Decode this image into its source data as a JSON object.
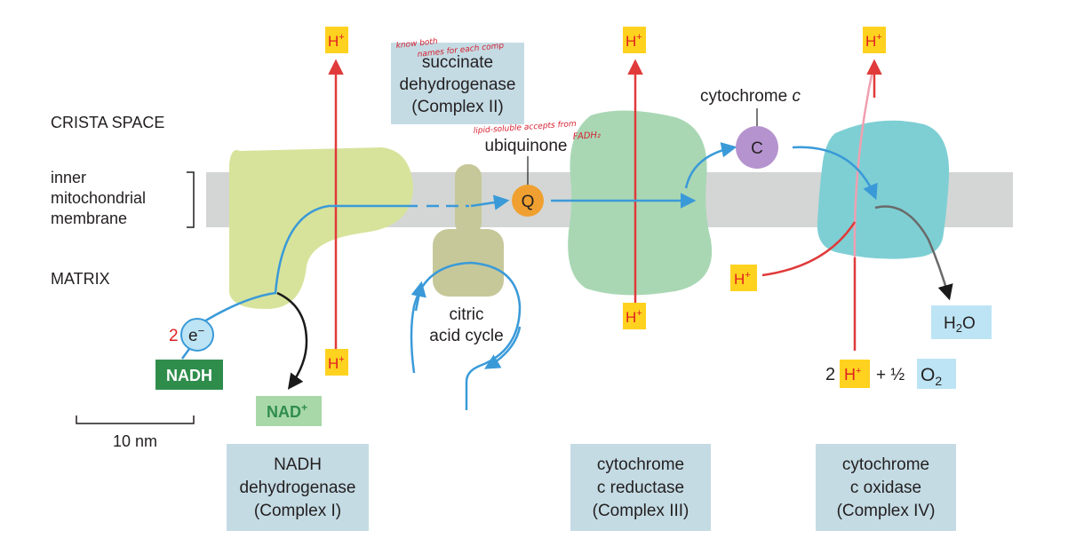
{
  "regions": {
    "crista_space": "CRISTA SPACE",
    "membrane_line1": "inner",
    "membrane_line2": "mitochondrial",
    "membrane_line3": "membrane",
    "matrix": "MATRIX"
  },
  "proton": {
    "base": "H",
    "sup": "+"
  },
  "electron": {
    "count": "2",
    "label": "e",
    "charge": "−"
  },
  "nadh": {
    "label": "NADH"
  },
  "nad": {
    "base": "NAD",
    "sup": "+"
  },
  "scale_bar": {
    "label": "10 nm"
  },
  "succinate_box": {
    "line1": "succinate",
    "line2": "dehydrogenase",
    "line3": "(Complex II)"
  },
  "ubiquinone": {
    "label": "ubiquinone",
    "symbol": "Q"
  },
  "cytochrome_c": {
    "label": "cytochrome",
    "italic": "c",
    "symbol": "C"
  },
  "citric": {
    "line1": "citric",
    "line2": "acid cycle"
  },
  "water": {
    "base": "H",
    "sub": "2",
    "tail": "O"
  },
  "oxygen_eq": {
    "coef": "2",
    "plus": "+ ½",
    "o_base": "O",
    "o_sub": "2"
  },
  "complex1": {
    "line1": "NADH",
    "line2": "dehydrogenase",
    "line3": "(Complex I)"
  },
  "complex3": {
    "line1": "cytochrome",
    "line2": "c reductase",
    "line3": "(Complex III)"
  },
  "complex4": {
    "line1": "cytochrome",
    "line2": "c oxidase",
    "line3": "(Complex IV)"
  },
  "handwriting": {
    "note1_line1": "know both",
    "note1_line2": "names for each comp",
    "note2_line1": "lipid-soluble accepts from",
    "note2_line2": "FADH₂"
  },
  "colors": {
    "membrane": "#d3d6d4",
    "complex1": "#d7e39b",
    "complex2": "#c6c89a",
    "complex3": "#a9d7b4",
    "complex4": "#7ecfd4",
    "label_box": "#c4dbe4",
    "proton_fill": "#ffd21f",
    "proton_text": "#e02020",
    "blue_arrow": "#3a9ad8",
    "red_arrow": "#e03a3a",
    "nadh_green": "#2f8d4c",
    "nad_green": "#a8d8a8",
    "q_orange": "#f0a030",
    "c_purple": "#b593ce"
  }
}
